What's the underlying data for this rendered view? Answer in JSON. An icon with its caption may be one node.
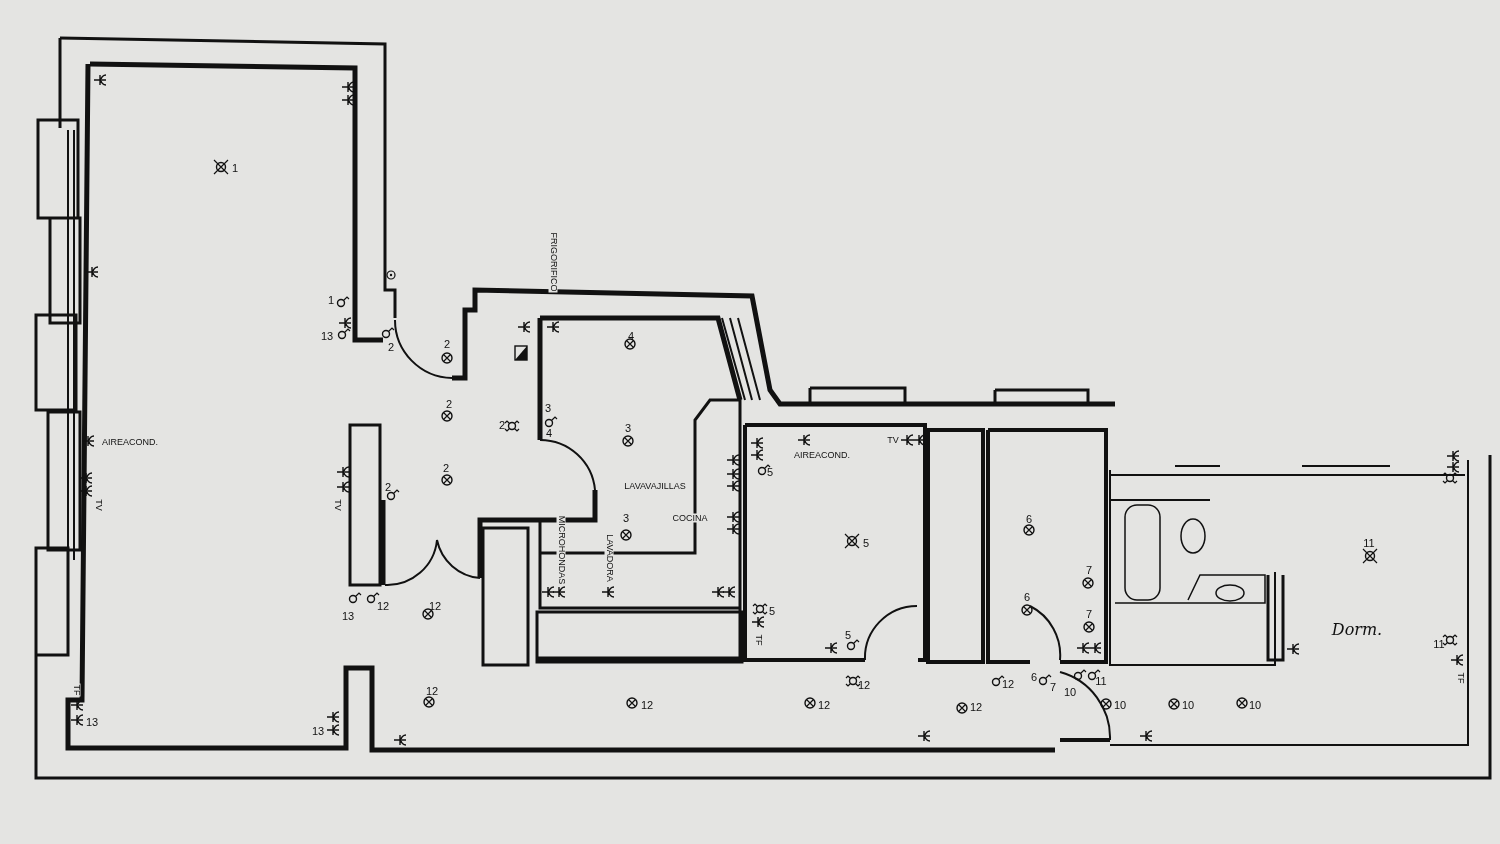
{
  "diagram": {
    "labels": [
      "1",
      "FRIGORIFICO",
      "1",
      "13",
      "2",
      "2",
      "4",
      "2",
      "3",
      "2",
      "4",
      "3",
      "AIREACOND.",
      "TV",
      "AIREACOND.",
      "2",
      "5",
      "2",
      "LAVAVAJILLAS",
      "TV",
      "TV",
      "3",
      "COCINA",
      "6",
      "5",
      "11",
      "MICROHONDAS",
      "LAVADORA",
      "7",
      "6",
      "13",
      "12",
      "12",
      "5",
      "7",
      "TF",
      "5",
      "Dorm.",
      "11",
      "TF",
      "12",
      "12",
      "12",
      "6",
      "7",
      "10",
      "11",
      "TF",
      "12",
      "12",
      "12",
      "10",
      "10",
      "10",
      "13",
      "13"
    ]
  }
}
